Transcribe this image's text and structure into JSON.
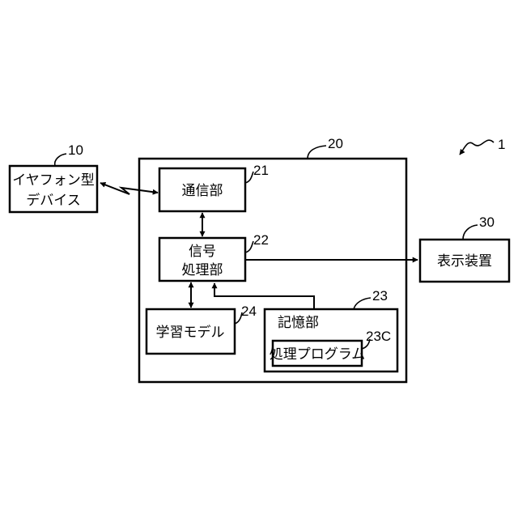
{
  "ref_numbers": {
    "system": "1",
    "earphone": "10",
    "apparatus": "20",
    "comm": "21",
    "signal": "22",
    "storage": "23",
    "program": "23C",
    "model": "24",
    "display": "30"
  },
  "boxes": {
    "earphone": {
      "line1": "イヤフォン型",
      "line2": "デバイス"
    },
    "comm": {
      "label": "通信部"
    },
    "signal": {
      "line1": "信号",
      "line2": "処理部"
    },
    "model": {
      "label": "学習モデル"
    },
    "storage": {
      "label": "記憶部"
    },
    "program": {
      "label": "処理プログラム"
    },
    "display": {
      "label": "表示装置"
    }
  }
}
